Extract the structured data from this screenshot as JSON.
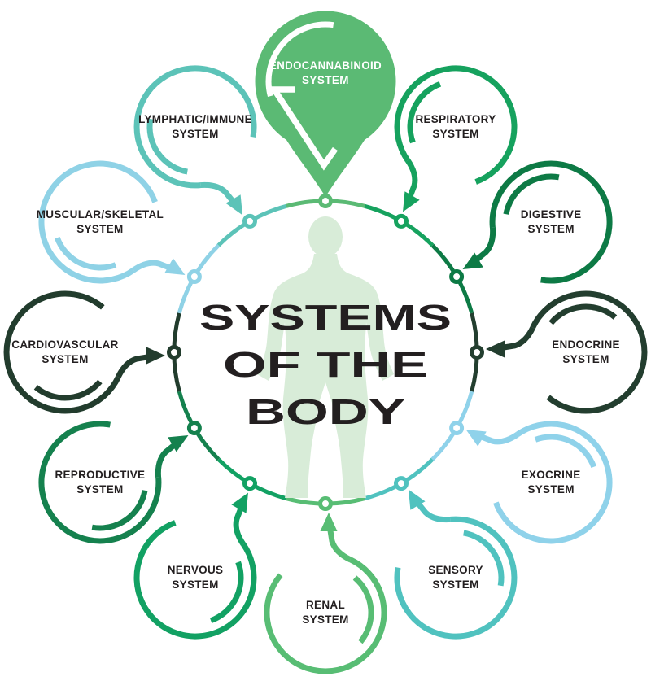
{
  "title": {
    "lines": [
      "SYSTEMS",
      "OF THE",
      "BODY"
    ]
  },
  "featured_system": {
    "name": "Endocannabinoid System",
    "label_lines": [
      "ENDOCANNABINOID",
      "SYSTEM"
    ],
    "color": "#5bba74",
    "marker": "map-pin",
    "clock_angle_deg": 0
  },
  "systems": [
    {
      "name": "Respiratory System",
      "label_lines": [
        "RESPIRATORY",
        "SYSTEM"
      ],
      "color": "#16a25e",
      "clock_angle_deg": 30
    },
    {
      "name": "Digestive System",
      "label_lines": [
        "DIGESTIVE",
        "SYSTEM"
      ],
      "color": "#0d7a45",
      "clock_angle_deg": 60
    },
    {
      "name": "Endocrine System",
      "label_lines": [
        "ENDOCRINE",
        "SYSTEM"
      ],
      "color": "#233e2f",
      "clock_angle_deg": 90
    },
    {
      "name": "Exocrine System",
      "label_lines": [
        "EXOCRINE",
        "SYSTEM"
      ],
      "color": "#8fd2ea",
      "clock_angle_deg": 120
    },
    {
      "name": "Sensory System",
      "label_lines": [
        "SENSORY",
        "SYSTEM"
      ],
      "color": "#50c2bf",
      "clock_angle_deg": 150
    },
    {
      "name": "Renal System",
      "label_lines": [
        "RENAL",
        "SYSTEM"
      ],
      "color": "#58bd74",
      "clock_angle_deg": 180
    },
    {
      "name": "Nervous System",
      "label_lines": [
        "NERVOUS",
        "SYSTEM"
      ],
      "color": "#12a163",
      "clock_angle_deg": 210
    },
    {
      "name": "Reproductive System",
      "label_lines": [
        "REPRODUCTIVE",
        "SYSTEM"
      ],
      "color": "#15814e",
      "clock_angle_deg": 240
    },
    {
      "name": "Cardiovascular System",
      "label_lines": [
        "CARDIOVASCULAR",
        "SYSTEM"
      ],
      "color": "#223c2d",
      "clock_angle_deg": 270
    },
    {
      "name": "Muscular/Skeletal System",
      "label_lines": [
        "MUSCULAR/SKELETAL",
        "SYSTEM"
      ],
      "color": "#8fd2e6",
      "clock_angle_deg": 300
    },
    {
      "name": "Lymphatic/Immune System",
      "label_lines": [
        "LYMPHATIC/IMMUNE",
        "SYSTEM"
      ],
      "color": "#5cc3b8",
      "clock_angle_deg": 330
    }
  ],
  "colors": {
    "background": "#ffffff",
    "title_text": "#231f20",
    "label_text": "#231f20",
    "silhouette": "#d8ecd8",
    "pin_text": "#ffffff"
  }
}
